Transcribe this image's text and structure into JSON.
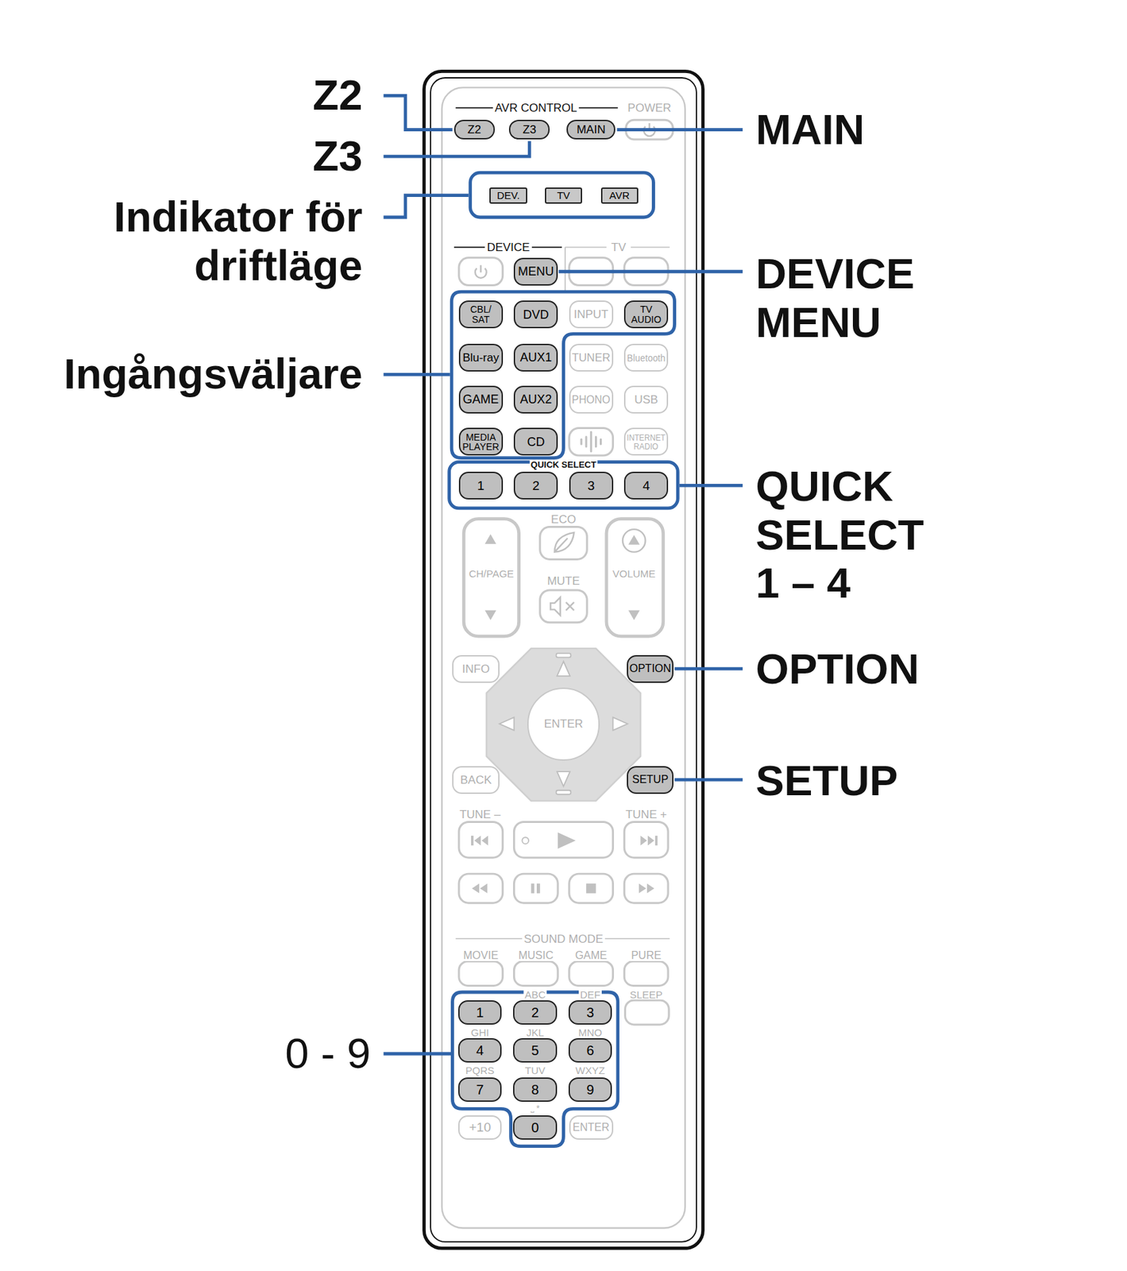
{
  "diagram": {
    "nodes": [
      {
        "text": [
          "Z2"
        ]
      },
      {
        "text": [
          "Z3"
        ]
      },
      {
        "text": [
          "MAIN"
        ]
      },
      {
        "text": [
          "DEV."
        ]
      },
      {
        "text": [
          "TV"
        ]
      },
      {
        "text": [
          "AVR"
        ]
      },
      {
        "text": [
          "MENU"
        ]
      },
      {
        "text": [
          "CBL/ SAT"
        ]
      },
      {
        "text": [
          "DVD"
        ]
      },
      {
        "text": [
          "INPUT"
        ]
      },
      {
        "text": [
          "TV AUDIO"
        ]
      },
      {
        "text": [
          "Blu-ray"
        ]
      },
      {
        "text": [
          "AUX1"
        ]
      },
      {
        "text": [
          "TUNER"
        ]
      },
      {
        "text": [
          "Bluetooth"
        ]
      },
      {
        "text": [
          "GAME"
        ]
      },
      {
        "text": [
          "AUX2"
        ]
      },
      {
        "text": [
          "PHONO"
        ]
      },
      {
        "text": [
          "USB"
        ]
      },
      {
        "text": [
          "MEDIA PLAYER"
        ]
      },
      {
        "text": [
          "CD"
        ]
      },
      {
        "text": [
          "INTERNET RADIO"
        ]
      },
      {
        "text": [
          "1"
        ]
      },
      {
        "text": [
          "2"
        ]
      },
      {
        "text": [
          "3"
        ]
      },
      {
        "text": [
          "4"
        ]
      },
      {
        "text": [
          "INFO"
        ]
      },
      {
        "text": [
          "OPTION"
        ]
      },
      {
        "text": [
          "ENTER"
        ]
      },
      {
        "text": [
          "BACK"
        ]
      },
      {
        "text": [
          "SETUP"
        ]
      },
      {
        "text": [
          "1"
        ]
      },
      {
        "text": [
          "2"
        ]
      },
      {
        "text": [
          "3"
        ]
      },
      {
        "text": [
          "4"
        ]
      },
      {
        "text": [
          "5"
        ]
      },
      {
        "text": [
          "6"
        ]
      },
      {
        "text": [
          "7"
        ]
      },
      {
        "text": [
          "8"
        ]
      },
      {
        "text": [
          "9"
        ]
      },
      {
        "text": [
          "+10"
        ]
      },
      {
        "text": [
          "0"
        ]
      },
      {
        "text": [
          "ENTER"
        ]
      }
    ],
    "edges": [],
    "labels": [
      "Z2",
      "Z3",
      "MAIN",
      "Indikator för driftläge",
      "DEVICE MENU",
      "Ingångsväljare",
      "QUICK SELECT 1 – 4",
      "OPTION",
      "SETUP",
      "0 - 9",
      "AVR CONTROL",
      "POWER",
      "DEVICE",
      "TV",
      "QUICK SELECT",
      "ECO",
      "CH/PAGE",
      "MUTE",
      "VOLUME",
      "TUNE –",
      "TUNE +",
      "SOUND MODE",
      "MOVIE",
      "MUSIC",
      "GAME",
      "PURE",
      "SLEEP",
      "ABC",
      "DEF",
      "GHI",
      "JKL",
      "MNO",
      "PQRS",
      "TUV",
      "WXYZ",
      "⎵ *"
    ]
  }
}
